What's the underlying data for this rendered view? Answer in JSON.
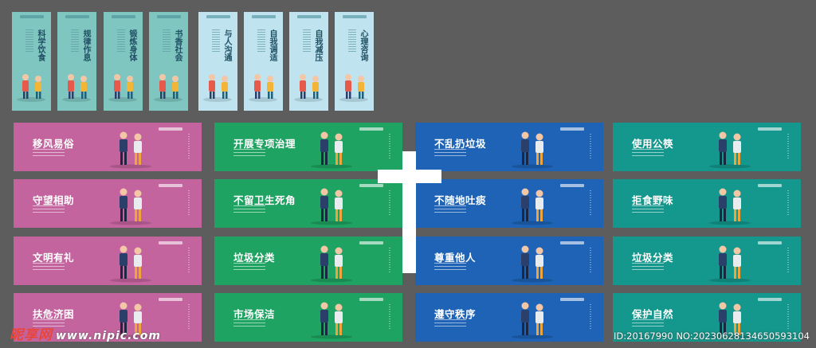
{
  "posters": [
    {
      "title": "科学饮食",
      "bg": "#7fc6c0"
    },
    {
      "title": "规律作息",
      "bg": "#7fc6c0"
    },
    {
      "title": "锻炼身体",
      "bg": "#7fc6c0"
    },
    {
      "title": "书香社会",
      "bg": "#7fc6c0"
    },
    {
      "title": "与人沟通",
      "bg": "#bfe4ef"
    },
    {
      "title": "自我调适",
      "bg": "#bfe4ef"
    },
    {
      "title": "自我减压",
      "bg": "#bfe4ef"
    },
    {
      "title": "心理咨询",
      "bg": "#bfe4ef"
    }
  ],
  "columns": [
    {
      "color": "#c4649e",
      "items": [
        "移风易俗",
        "守望相助",
        "文明有礼",
        "扶危济困"
      ]
    },
    {
      "color": "#1fa362",
      "items": [
        "开展专项治理",
        "不留卫生死角",
        "垃圾分类",
        "市场保洁"
      ]
    },
    {
      "color": "#1e63b6",
      "items": [
        "不乱扔垃圾",
        "不随地吐痰",
        "尊重他人",
        "遵守秩序"
      ]
    },
    {
      "color": "#14978c",
      "items": [
        "使用公筷",
        "拒食野味",
        "垃圾分类",
        "保护自然"
      ]
    }
  ],
  "watermark": {
    "brand": "昵享网",
    "url": "www.nipic.com",
    "id": "ID:20167990 NO:20230628134650593104"
  },
  "illustration_icons": [
    "food-scale-icon",
    "people-icon",
    "exercise-icon",
    "books-icon",
    "conversation-icon",
    "dance-icon",
    "presentation-icon",
    "counseling-icon"
  ]
}
